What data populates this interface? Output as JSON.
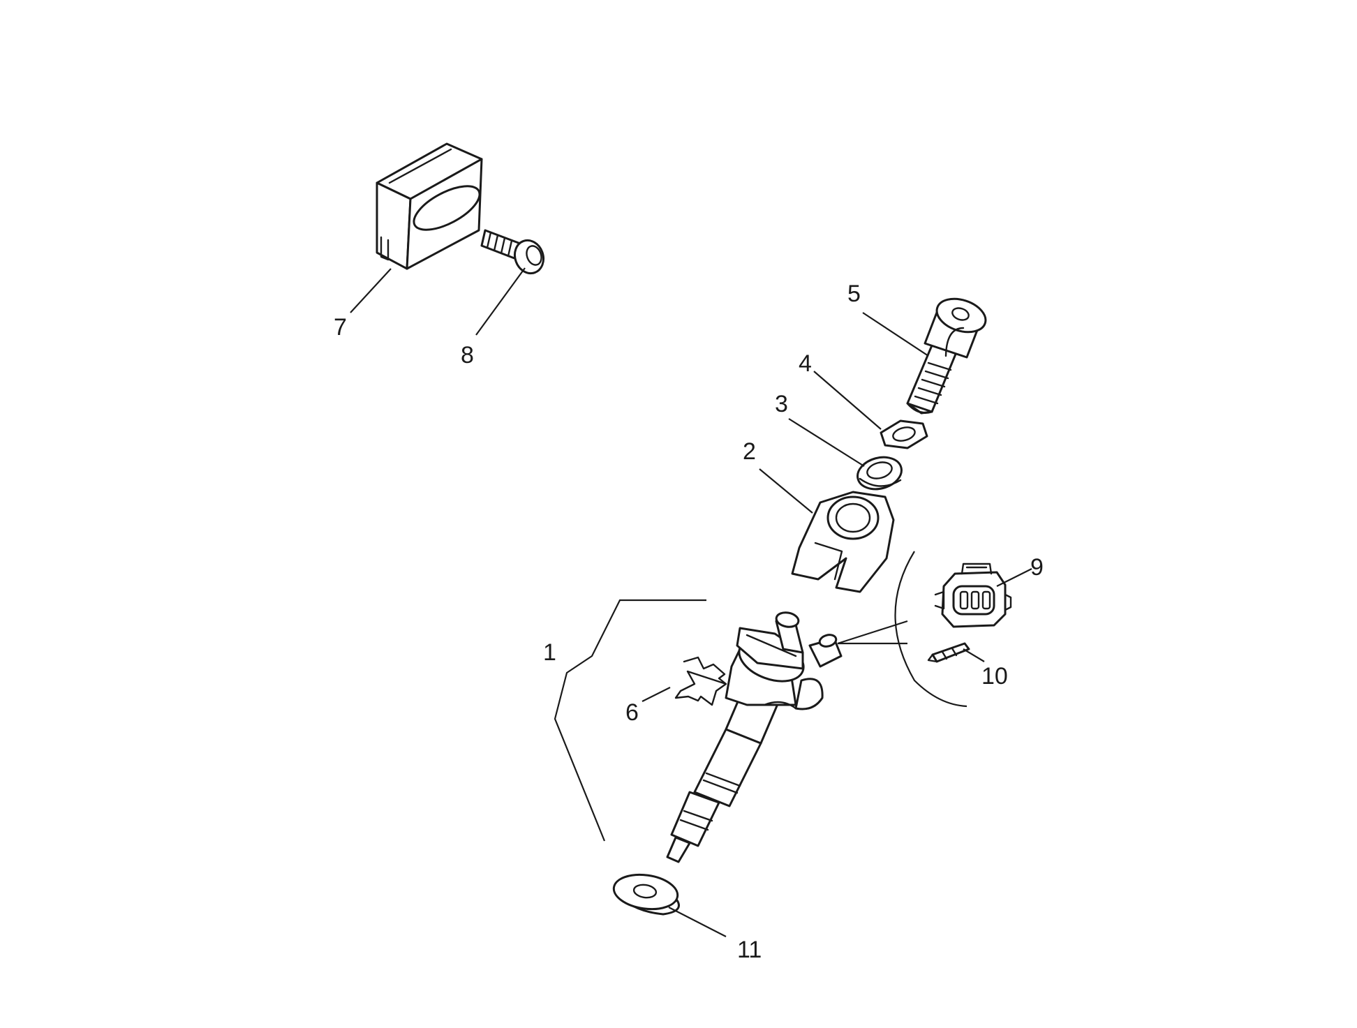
{
  "callouts": [
    {
      "id": "1",
      "text": "1"
    },
    {
      "id": "2",
      "text": "2"
    },
    {
      "id": "3",
      "text": "3"
    },
    {
      "id": "4",
      "text": "4"
    },
    {
      "id": "5",
      "text": "5"
    },
    {
      "id": "6",
      "text": "6"
    },
    {
      "id": "7",
      "text": "7"
    },
    {
      "id": "8",
      "text": "8"
    },
    {
      "id": "9",
      "text": "9"
    },
    {
      "id": "10",
      "text": "10"
    },
    {
      "id": "11",
      "text": "11"
    }
  ],
  "colors": {
    "line": "#1a1a1a",
    "background": "#ffffff"
  }
}
